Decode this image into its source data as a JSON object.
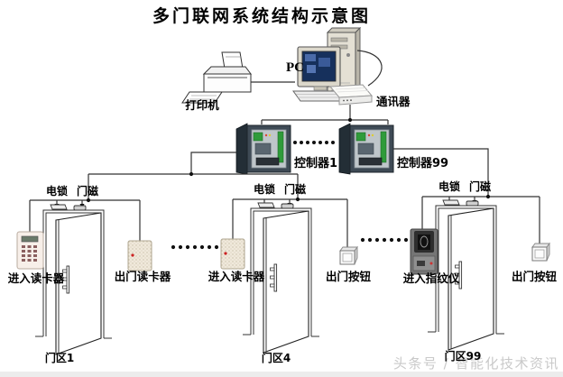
{
  "title": "多门联网系统结构示意图",
  "computer": {
    "pc_label": "PC",
    "printer_label": "打印机",
    "communicator_label": "通讯器"
  },
  "controllers": {
    "first": "控制器1",
    "last": "控制器99"
  },
  "doors": [
    {
      "lock": "电锁",
      "sensor": "门磁",
      "entry": "进入读卡器",
      "exit": "出门读卡器",
      "zone": "门区1"
    },
    {
      "lock": "电锁",
      "sensor": "门磁",
      "entry": "进入读卡器",
      "exit": "出门按钮",
      "zone": "门区4"
    },
    {
      "lock": "电锁",
      "sensor": "门磁",
      "entry": "进入指纹仪",
      "exit": "出门按钮",
      "zone": "门区99"
    }
  ],
  "watermark": "头条号 / 智能化技术资讯",
  "colors": {
    "wire": "#333333",
    "watermark_gray": "#c9c9c9",
    "cabinet_dark": "#3e4a55",
    "board_green": "#2f9b3a",
    "screen_blue": "#16305c"
  }
}
